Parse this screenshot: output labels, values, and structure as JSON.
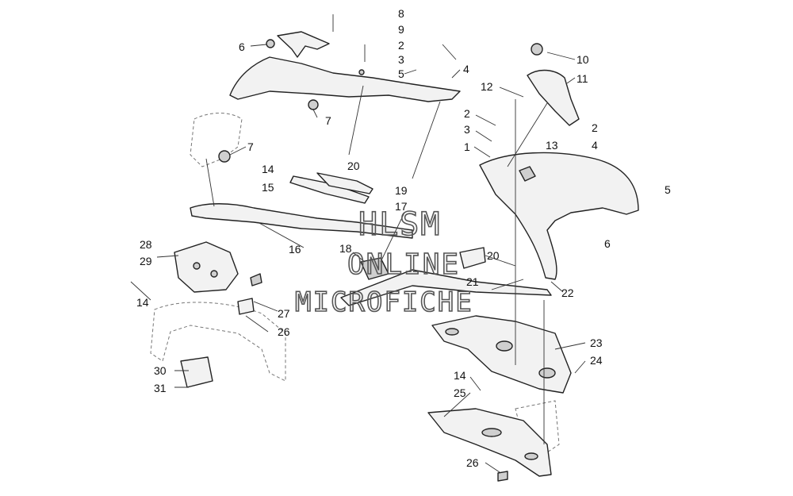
{
  "callouts": {
    "c8": "8",
    "c9": "9",
    "c2a": "2",
    "c3a": "3",
    "c5a": "5",
    "c4a": "4",
    "c6a": "6",
    "c7a": "7",
    "c7b": "7",
    "c10": "10",
    "c11": "11",
    "c12": "12",
    "c2b": "2",
    "c3b": "3",
    "c1": "1",
    "c2c": "2",
    "c13": "13",
    "c4b": "4",
    "c5b": "5",
    "c6b": "6",
    "c14a": "14",
    "c15": "15",
    "c20a": "20",
    "c19": "19",
    "c17": "17",
    "c16": "16",
    "c18": "18",
    "c20b": "20",
    "c21": "21",
    "c22": "22",
    "c28": "28",
    "c29": "29",
    "c14b": "14",
    "c27": "27",
    "c26a": "26",
    "c30": "30",
    "c31": "31",
    "c23": "23",
    "c24": "24",
    "c14c": "14",
    "c25": "25",
    "c26b": "26"
  },
  "watermark": {
    "line1": "HLSM",
    "line2": "ONLINE",
    "line3": "MICROFICHE"
  }
}
